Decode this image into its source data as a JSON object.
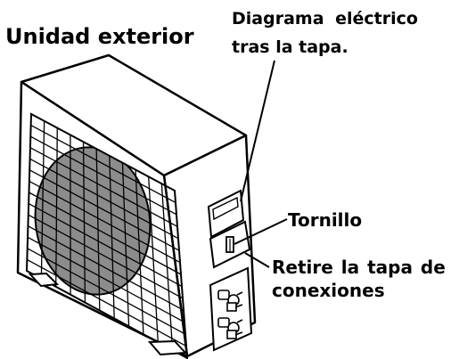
{
  "labels": {
    "title": "Unidad exterior",
    "wiring_diagram_line1": "Diagrama eléctrico",
    "wiring_diagram_line2": "tras la tapa.",
    "screw": "Tornillo",
    "cover_line1": "Retire la tapa de",
    "cover_line2": "conexiones"
  },
  "colors": {
    "line": "#000000",
    "fan_fill": "#8c8c8c",
    "background": "#ffffff"
  }
}
